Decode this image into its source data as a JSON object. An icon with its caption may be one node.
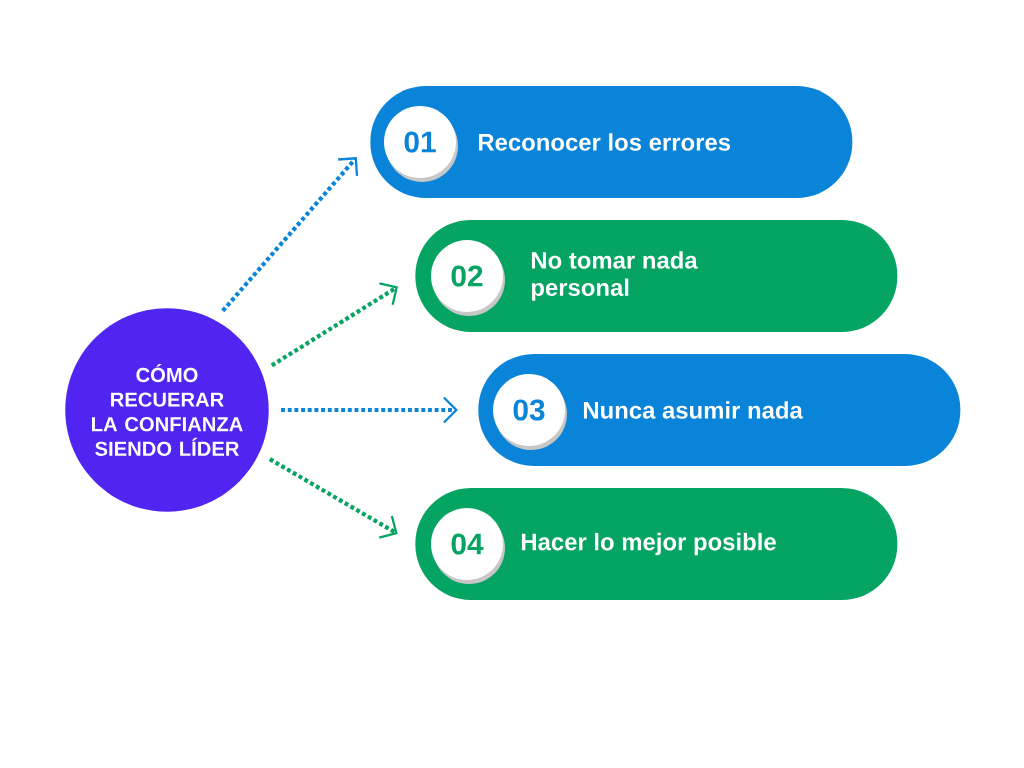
{
  "diagram": {
    "nodes": [
      {
        "text": [
          "CÓMO RECUERAR LA CONFIANZA SIENDO LÍDER"
        ]
      },
      {
        "text": [
          "Reconocer los errores"
        ]
      },
      {
        "text": [
          "01"
        ],
        "in": 1
      },
      {
        "text": [
          "No tomar nada personal"
        ]
      },
      {
        "text": [
          "02"
        ],
        "in": 3
      },
      {
        "text": [
          "Nunca asumir nada"
        ]
      },
      {
        "text": [
          "03"
        ],
        "in": 5
      },
      {
        "text": [
          "Hacer lo mejor posible"
        ]
      },
      {
        "text": [
          "04"
        ],
        "in": 7
      }
    ],
    "edges": [
      {
        "from": 0,
        "to": 1,
        "arrow": "to",
        "color": "#0a84d8"
      },
      {
        "from": 0,
        "to": 3,
        "arrow": "to",
        "color": "#05a462"
      },
      {
        "from": 0,
        "to": 5,
        "arrow": "to",
        "color": "#0a84d8"
      },
      {
        "from": 0,
        "to": 7,
        "arrow": "to",
        "color": "#05a462"
      }
    ]
  }
}
